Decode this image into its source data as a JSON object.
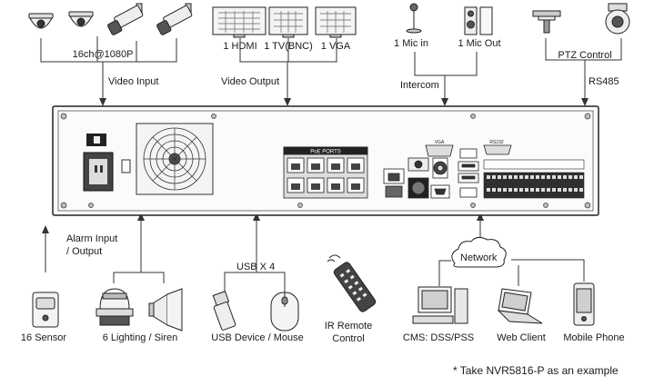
{
  "top": {
    "cameras_label": "16ch@1080P",
    "video_input_label": "Video Input",
    "monitor_labels": [
      "1 HDMI",
      "1 TV(BNC)",
      "1 VGA"
    ],
    "video_output_label": "Video Output",
    "mic_in_label": "1 Mic in",
    "mic_out_label": "1 Mic Out",
    "intercom_label": "Intercom",
    "ptz_label": "PTZ Control",
    "rs485_label": "RS485"
  },
  "panel": {
    "poe_label": "PoE PORTS",
    "vga_label": "VGA",
    "rs232_label": "RS232"
  },
  "bottom": {
    "alarm_label": "Alarm Input\n/ Output",
    "usb_label": "USB X 4",
    "network_label": "Network",
    "sensor_label": "16 Sensor",
    "lighting_label": "6 Lighting / Siren",
    "usb_device_label": "USB Device / Mouse",
    "ir_label": "IR Remote\nControl",
    "cms_label": "CMS: DSS/PSS",
    "web_label": "Web Client",
    "mobile_label": "Mobile Phone"
  },
  "footnote": "* Take  NVR5816-P  as an example"
}
